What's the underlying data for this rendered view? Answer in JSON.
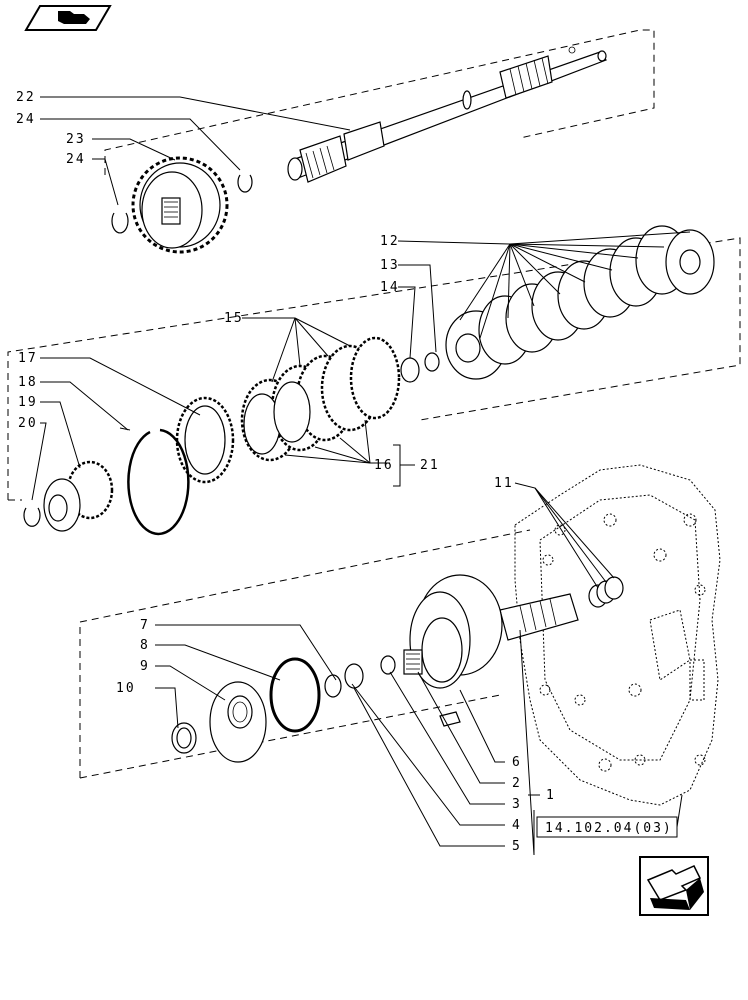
{
  "callouts": {
    "c1": "1",
    "c2": "2",
    "c3": "3",
    "c4": "4",
    "c5": "5",
    "c6": "6",
    "c7": "7",
    "c8": "8",
    "c9": "9",
    "c10": "10",
    "c11": "11",
    "c12": "12",
    "c13": "13",
    "c14": "14",
    "c15": "15",
    "c16": "16",
    "c17": "17",
    "c18": "18",
    "c19": "19",
    "c20": "20",
    "c21": "21",
    "c22": "22",
    "c23": "23",
    "c24a": "24",
    "c24b": "24"
  },
  "reference": "14.102.04(03)",
  "icons": {
    "top_left": "book-hand-icon",
    "bottom_right": "prev-arrow-icon"
  }
}
